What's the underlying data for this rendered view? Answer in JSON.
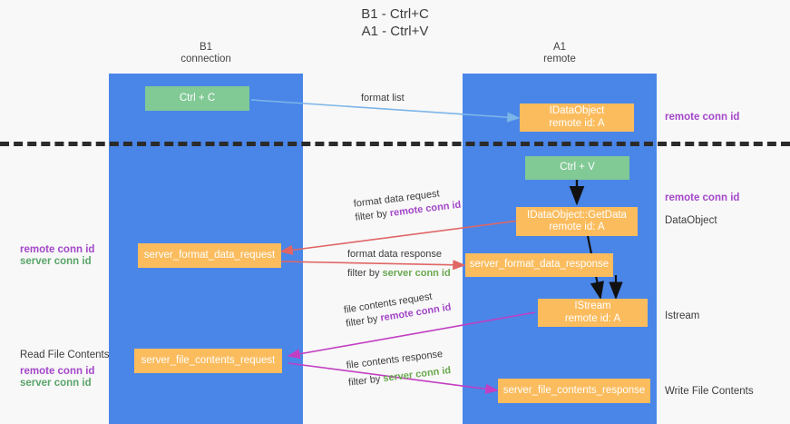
{
  "title": "B1 - Ctrl+C\nA1 - Ctrl+V",
  "colors": {
    "lane": "#4a86e8",
    "node_green": "#81c995",
    "node_orange": "#fbbc5e",
    "remote_conn_id": "#a347c9",
    "server_conn_id": "#6aa84f",
    "divider": "#2b2b2b",
    "arrow_format_list": "#7cb5e8",
    "arrow_format_data": "#e06666",
    "arrow_file_contents": "#c23ec2",
    "arrow_black": "#000000"
  },
  "lanes": [
    {
      "name": "b1",
      "title": "B1\nconnection"
    },
    {
      "name": "a1",
      "title": "A1\nremote"
    }
  ],
  "nodes": {
    "ctrl_c": {
      "l1": "Ctrl + C",
      "l2": ""
    },
    "idataobject": {
      "l1": "IDataObject",
      "l2": "remote id: A"
    },
    "ctrl_v": {
      "l1": "Ctrl + V",
      "l2": ""
    },
    "getdata": {
      "l1": "IDataObject::GetData",
      "l2": "remote id: A"
    },
    "server_format_data_request": {
      "l1": "server_format_data_request",
      "l2": ""
    },
    "server_format_data_response": {
      "l1": "server_format_data_response",
      "l2": ""
    },
    "istream": {
      "l1": "IStream",
      "l2": "remote id: A"
    },
    "server_file_contents_request": {
      "l1": "server_file_contents_request",
      "l2": ""
    },
    "server_file_contents_response": {
      "l1": "server_file_contents_response",
      "l2": ""
    }
  },
  "right_labels": {
    "remote_conn_id_top": "remote conn id",
    "remote_conn_id_mid": "remote conn id",
    "dataobject": "DataObject",
    "istream": "Istream",
    "write_file_contents": "Write File Contents"
  },
  "left_labels": {
    "remote_conn_id": "remote conn id",
    "server_conn_id": "server conn id",
    "read_file_contents": "Read File Contents",
    "remote_conn_id_bottom": "remote conn id",
    "server_conn_id_bottom": "server conn id"
  },
  "edges": {
    "format_list": {
      "text": "format list"
    },
    "format_data_request": {
      "line1": "format data request",
      "line2_prefix": "filter by ",
      "line2_key": "remote conn id"
    },
    "format_data_response": {
      "line1": "format data response",
      "line2_prefix": "filter by ",
      "line2_key": "server conn id"
    },
    "file_contents_request": {
      "line1": "file contents request",
      "line2_prefix": "filter by ",
      "line2_key": "remote conn id"
    },
    "file_contents_response": {
      "line1": "file contents response",
      "line2_prefix": "filter by ",
      "line2_key": "server conn id"
    }
  }
}
